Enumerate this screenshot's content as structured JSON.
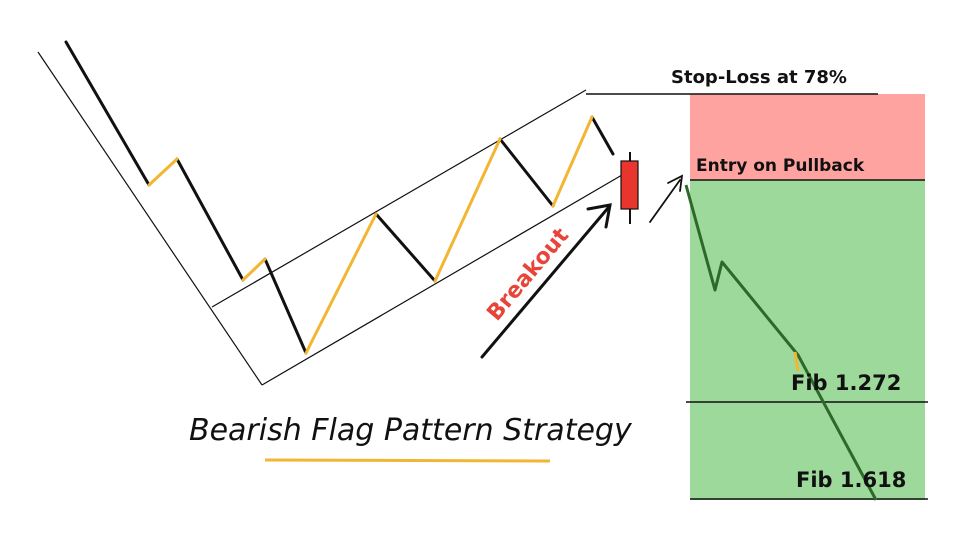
{
  "title": "Bearish Flag Pattern Strategy",
  "labels": {
    "stop_loss": "Stop-Loss at 78%",
    "entry": "Entry on Pullback",
    "breakout": "Breakout",
    "fib_1272": "Fib 1.272",
    "fib_1618": "Fib 1.618"
  },
  "colors": {
    "up_leg": "#f2b632",
    "down_leg": "#111111",
    "risk_zone": "#ffa3a0",
    "target_zone": "#9dd99a",
    "breakout_text": "#e8443a",
    "candle": "#e8352e",
    "projection_line": "#2d6a2a",
    "underline": "#f2b632"
  }
}
